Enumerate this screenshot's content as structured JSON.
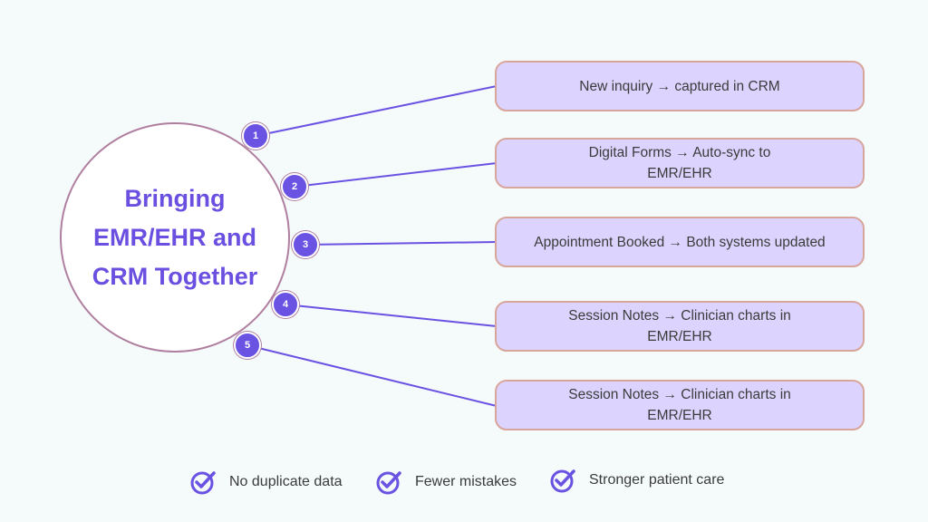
{
  "hub": {
    "title": "Bringing\nEMR/EHR and\nCRM Together"
  },
  "steps": [
    {
      "number": "1",
      "text": "New inquiry → captured in CRM"
    },
    {
      "number": "2",
      "text": "Digital Forms → Auto-sync to EMR/EHR"
    },
    {
      "number": "3",
      "text": "Appointment Booked → Both systems updated"
    },
    {
      "number": "4",
      "text": "Session Notes → Clinician charts in EMR/EHR"
    },
    {
      "number": "5",
      "text": "Session Notes → Clinician charts in EMR/EHR"
    }
  ],
  "benefits": [
    {
      "label": "No duplicate data",
      "icon": "check-circle-icon"
    },
    {
      "label": "Fewer mistakes",
      "icon": "check-circle-icon"
    },
    {
      "label": "Stronger patient care",
      "icon": "check-circle-icon"
    }
  ],
  "colors": {
    "accent": "#6a52e3",
    "title": "#6b4fe0",
    "box_fill": "#dcd4ff",
    "box_border": "#d8a59b",
    "hub_border": "#b07fa0",
    "background": "#f5fafb"
  }
}
